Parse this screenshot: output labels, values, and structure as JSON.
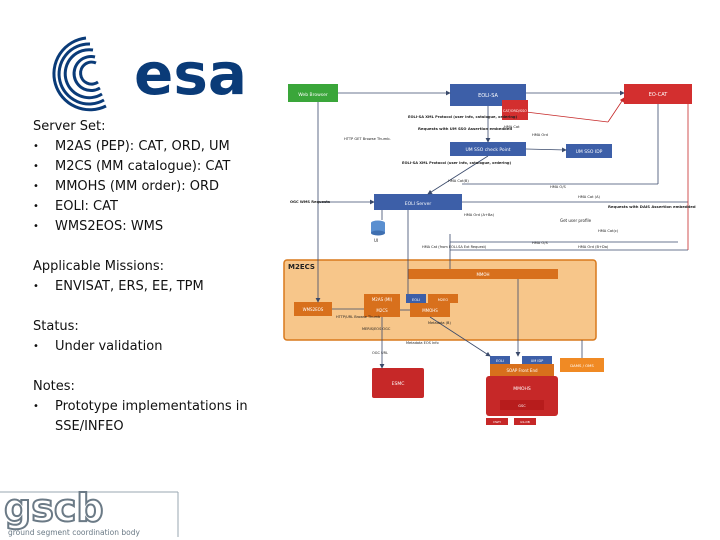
{
  "logo": {
    "esa_text": "esa",
    "gscb_text": "gscb",
    "gscb_tagline": "ground segment coordination body"
  },
  "server_set": {
    "title": "Server Set:",
    "items": [
      {
        "prefix": "M2AS (PEP): ",
        "value": "CAT, ORD, UM"
      },
      {
        "prefix": "M2CS (MM catalogue): ",
        "value": "CAT"
      },
      {
        "prefix": "MMOHS (MM order): ",
        "value": "ORD"
      },
      {
        "prefix": "EOLI: ",
        "value": "CAT"
      },
      {
        "prefix": "WMS2EOS: ",
        "value": "WMS"
      }
    ]
  },
  "missions": {
    "title": "Applicable Missions:",
    "items": [
      "ENVISAT, ERS, EE, TPM"
    ]
  },
  "status": {
    "title": "Status:",
    "items": [
      "Under validation"
    ]
  },
  "notes": {
    "title": "Notes:",
    "items": [
      "Prototype implementations in SSE/INFEO"
    ]
  },
  "diagram": {
    "web_browser": "Web Browser",
    "eoli_sa": "EOLI-SA",
    "eo_cat": "EO-CAT",
    "cat_btn": "CAT/ORD/SSO",
    "um_sso": "UM SSO check Point",
    "um_sso_idp": "UM SSO IDP",
    "eoli_server": "EOLI Server",
    "m2ecs": "M2ECS",
    "mmh": "MMOH",
    "m2as": "M2AS (MI)",
    "m2cs": "M2CS",
    "mmohs": "MMOHS",
    "wms2eos": "WMS2EOS",
    "m2eo_small": "M2EO",
    "eoli_small": "EOLI",
    "um_idp_small": "UM IDP",
    "soap_front": "SOAP Front End",
    "mmohs_red": "MMOHS",
    "gsc_box": "GSC",
    "danix": "DAMS / OMS",
    "esmc": "ESMC",
    "lbl_http": "HTTP GET Browse Thumb.",
    "lbl_requests_um": "Requests with UM SSO Assertion embedded",
    "lbl_eoli_sa_protocol": "EOLI-SA XML Protocol (user info, catalogue, ordering)",
    "lbl_eoli_sa_protocol2": "EOLI-SA XML Protocol (user info, catalogue, ordering)",
    "lbl_hma_cat": "HMA Cat",
    "lbl_hma_ord": "HMA Ord",
    "lbl_hma_cat_b": "HMA Cat(B)",
    "lbl_hma_oa": "HMA O/S",
    "lbl_ogc_wms": "OGC WMS Requests",
    "lbl_hma_cat_a": "HMA Cat (A)",
    "lbl_hma_ord_b": "HMA Ord (A+Ba)",
    "lbl_get_user_profile": "Get user profile",
    "lbl_requests_dais": "Requests with DAIS Assertion embedded",
    "lbl_hma_cat_eoli": "HMA Cat (from EOLI-SA Ext Request)",
    "lbl_hma_ord_bottom": "HMA Ord (B+Da)",
    "lbl_hma_oa_bottom": "HMA O/S",
    "lbl_hma_ord_c": "HMA Cat(c)",
    "lbl_metadata": "Metadata (B)",
    "lbl_wms_eos": "HTTP/URL Browse Thumb",
    "lbl_wms_cap": "MERIS/EOS OGC",
    "lbl_metadata_eos": "Metadata EOS Info",
    "lbl_ui": "UI",
    "lbl_other": "OGC URL",
    "lbl_sup_a": "DWH",
    "lbl_sup_b": "GS-DB"
  }
}
